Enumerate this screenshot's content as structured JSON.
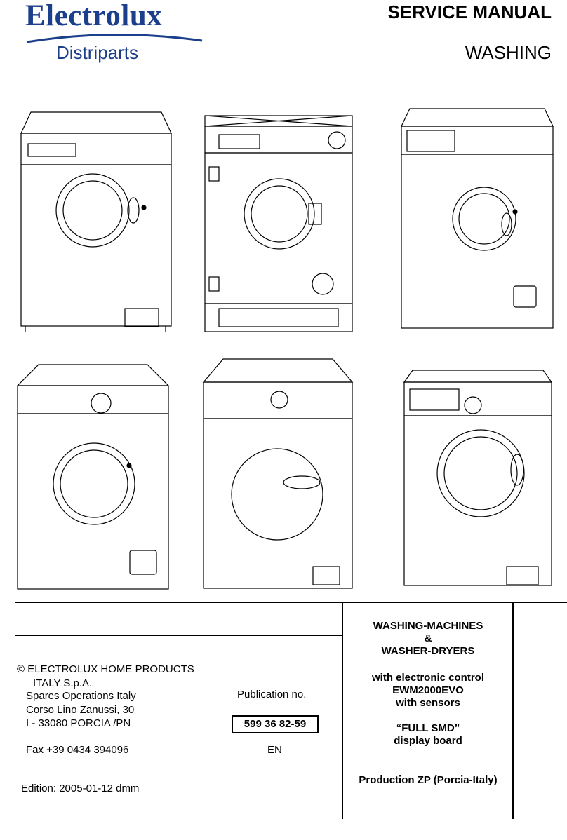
{
  "header": {
    "brand": "Electrolux",
    "sub_brand": "Distriparts",
    "title": "SERVICE MANUAL",
    "subtitle": "WASHING"
  },
  "left": {
    "company": "© ELECTROLUX HOME PRODUCTS",
    "company2": "ITALY S.p.A.",
    "dept": "Spares Operations Italy",
    "street": "Corso Lino Zanussi, 30",
    "city": "I - 33080 PORCIA /PN",
    "fax": "Fax +39 0434 394096",
    "edition": "Edition: 2005-01-12 dmm"
  },
  "middle": {
    "pub_label": "Publication no.",
    "pub_number": "599 36 82-59",
    "language": "EN"
  },
  "right": {
    "line1": "WASHING-MACHINES",
    "line2": "&",
    "line3": "WASHER-DRYERS",
    "line4": "with electronic control",
    "line5": "EWM2000EVO",
    "line6": "with sensors",
    "line7": "“FULL SMD”",
    "line8": "display board",
    "line9": "Production ZP (Porcia-Italy)"
  },
  "colors": {
    "brand_blue": "#1b3f8a",
    "line": "#000000"
  }
}
